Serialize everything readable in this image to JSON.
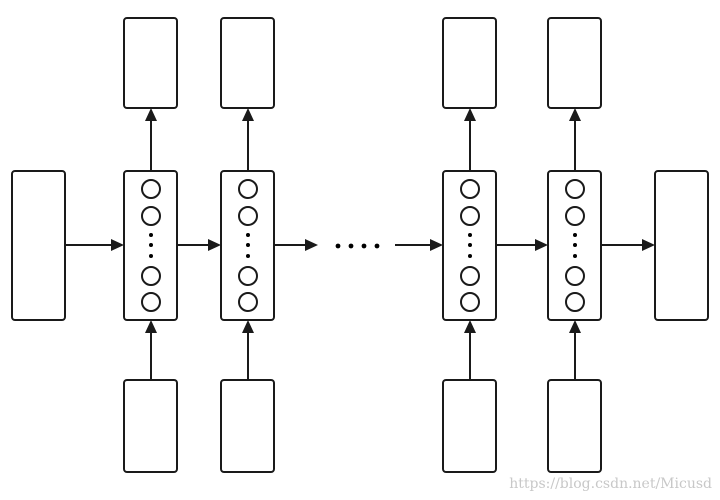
{
  "diagram": {
    "type": "recurrent-network-unrolled",
    "left_input_box": true,
    "right_output_box": true,
    "timestep_columns": 4,
    "hidden_units_drawn_per_cell": 4,
    "ellipsis_between_columns": true
  },
  "watermark": "https://blog.csdn.net/Micusd",
  "colors": {
    "stroke": "#1a1a1a",
    "background": "#ffffff",
    "watermark": "#c8c8c8"
  }
}
